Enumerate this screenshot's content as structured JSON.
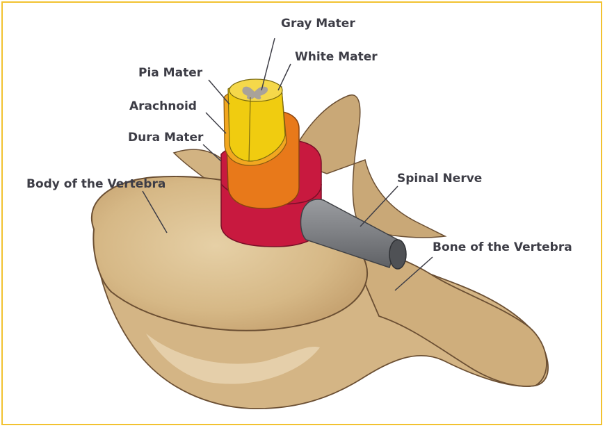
{
  "labels": {
    "gray_mater": "Gray Mater",
    "white_mater": "White Mater",
    "pia_mater": "Pia Mater",
    "arachnoid": "Arachnoid",
    "dura_mater": "Dura Mater",
    "body_of_vertebra": "Body of the Vertebra",
    "spinal_nerve": "Spinal Nerve",
    "bone_of_vertebra": "Bone of the Vertebra"
  },
  "colors": {
    "frame_border": "#f2c230",
    "bone": "#d8bd8e",
    "bone_outline": "#6b4f33",
    "dura": "#c8193f",
    "arachnoid": "#e8791a",
    "pia": "#f2a720",
    "white_mater": "#f0cc10",
    "gray_mater": "#a9a29a",
    "nerve": "#7f8185",
    "label_text": "#3d3d46"
  }
}
